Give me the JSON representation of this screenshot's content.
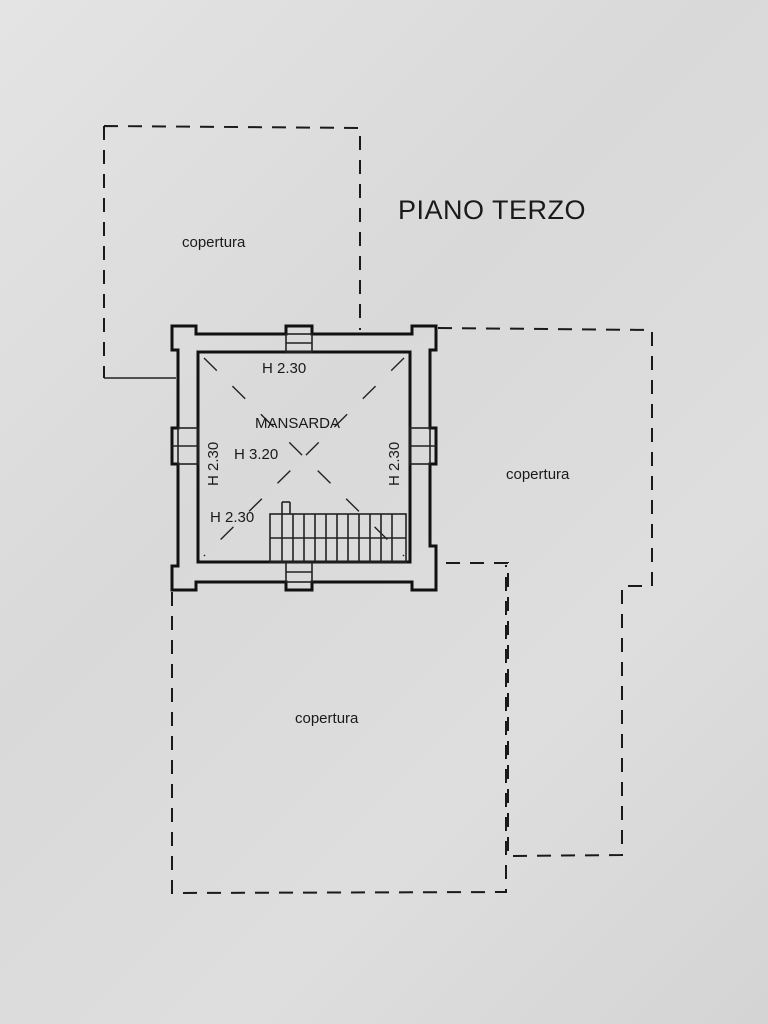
{
  "plan_title": "PIANO TERZO",
  "roof_labels": [
    "copertura",
    "copertura",
    "copertura"
  ],
  "room_name": "MANSARDA",
  "heights": {
    "top": "H 2.30",
    "center": "H 3.20",
    "left": "H 2.30",
    "right": "H 2.30",
    "bottom_left": "H 2.30"
  }
}
